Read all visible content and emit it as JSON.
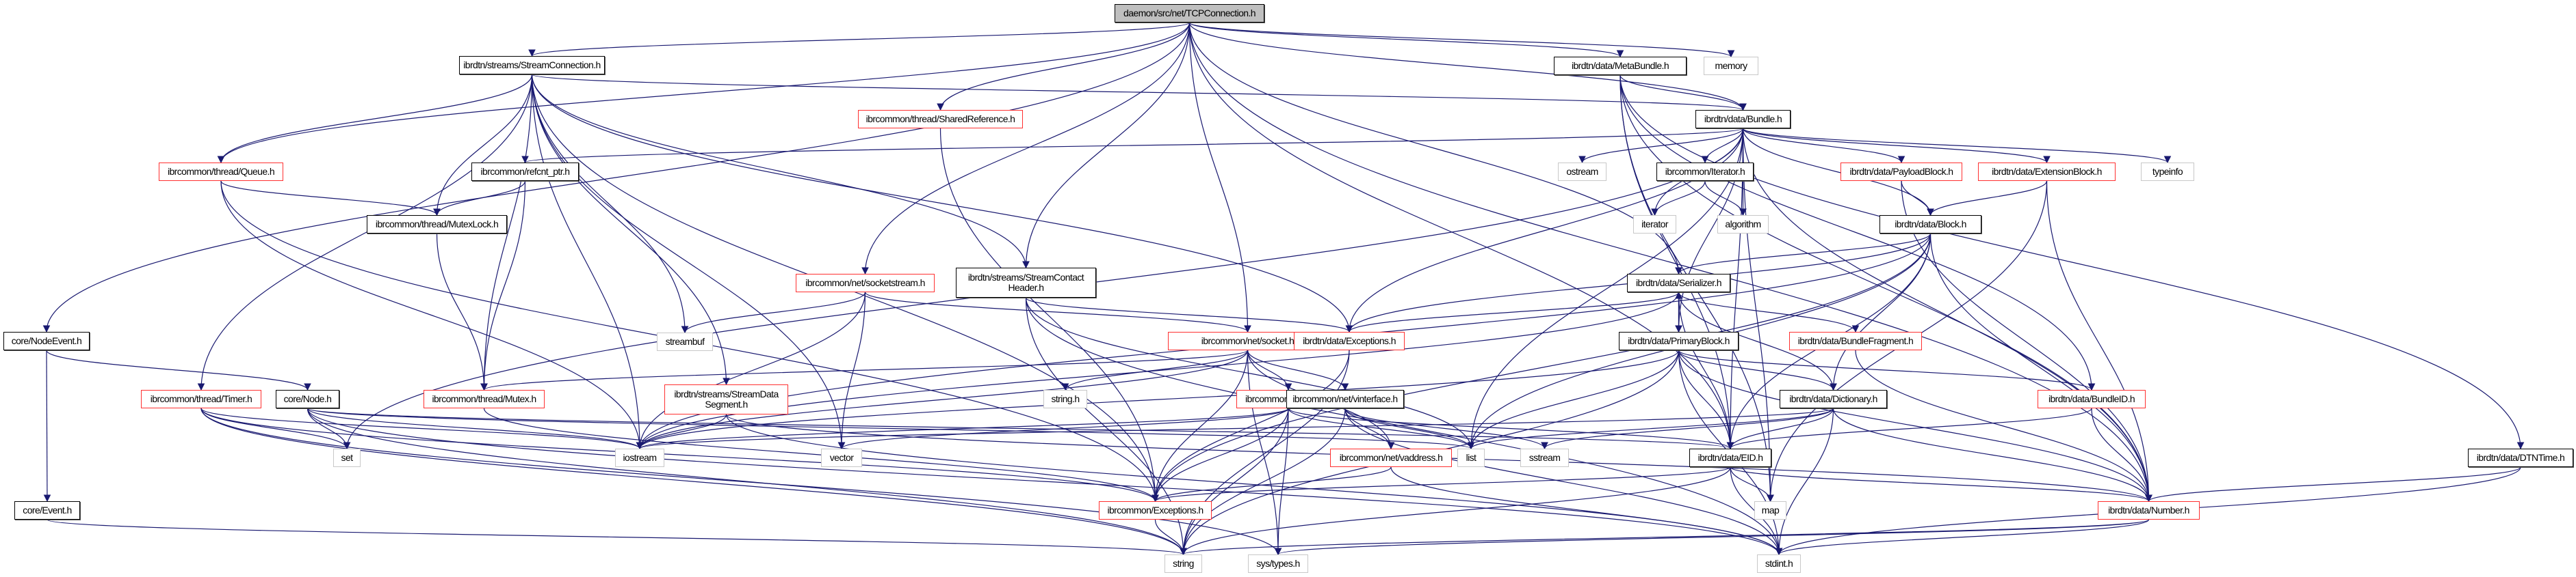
{
  "graph": {
    "title": "daemon/src/net/TCPConnection.h",
    "edge_color": "#191970",
    "legend_colors": {
      "root_fill": "#bfbfbf",
      "documented_border": "#000000",
      "truncated_border": "#ff3030",
      "system_border": "#c8c8c8"
    },
    "nodes": [
      {
        "id": "tcpconnection",
        "label": "daemon/src/net/TCPConnection.h",
        "kind": "root"
      },
      {
        "id": "streamconnection",
        "label": "ibrdtn/streams/StreamConnection.h",
        "kind": "doc"
      },
      {
        "id": "sharedreference",
        "label": "ibrcommon/thread/SharedReference.h",
        "kind": "trunc"
      },
      {
        "id": "metabundle",
        "label": "ibrdtn/data/MetaBundle.h",
        "kind": "doc"
      },
      {
        "id": "memory",
        "label": "memory",
        "kind": "sys"
      },
      {
        "id": "queue",
        "label": "ibrcommon/thread/Queue.h",
        "kind": "trunc"
      },
      {
        "id": "refcnt",
        "label": "ibrcommon/refcnt_ptr.h",
        "kind": "doc"
      },
      {
        "id": "bundle",
        "label": "ibrdtn/data/Bundle.h",
        "kind": "doc"
      },
      {
        "id": "ostream",
        "label": "ostream",
        "kind": "sys"
      },
      {
        "id": "iteratorh",
        "label": "ibrcommon/Iterator.h",
        "kind": "doc"
      },
      {
        "id": "payloadblock",
        "label": "ibrdtn/data/PayloadBlock.h",
        "kind": "trunc"
      },
      {
        "id": "extensionblock",
        "label": "ibrdtn/data/ExtensionBlock.h",
        "kind": "trunc"
      },
      {
        "id": "typeinfo",
        "label": "typeinfo",
        "kind": "sys"
      },
      {
        "id": "mutexlock",
        "label": "ibrcommon/thread/MutexLock.h",
        "kind": "doc"
      },
      {
        "id": "iterator",
        "label": "iterator",
        "kind": "sys"
      },
      {
        "id": "algorithm",
        "label": "algorithm",
        "kind": "sys"
      },
      {
        "id": "block",
        "label": "ibrdtn/data/Block.h",
        "kind": "doc"
      },
      {
        "id": "socketstream",
        "label": "ibrcommon/net/socketstream.h",
        "kind": "trunc"
      },
      {
        "id": "streamcontact",
        "label": "ibrdtn/streams/StreamContact\nHeader.h",
        "kind": "doc"
      },
      {
        "id": "serializer",
        "label": "ibrdtn/data/Serializer.h",
        "kind": "doc"
      },
      {
        "id": "nodeevent",
        "label": "core/NodeEvent.h",
        "kind": "doc"
      },
      {
        "id": "streambuf",
        "label": "streambuf",
        "kind": "sys"
      },
      {
        "id": "socket",
        "label": "ibrcommon/net/socket.h",
        "kind": "trunc"
      },
      {
        "id": "dataexceptions",
        "label": "ibrdtn/data/Exceptions.h",
        "kind": "trunc"
      },
      {
        "id": "primaryblock",
        "label": "ibrdtn/data/PrimaryBlock.h",
        "kind": "doc"
      },
      {
        "id": "bundlefragment",
        "label": "ibrdtn/data/BundleFragment.h",
        "kind": "trunc"
      },
      {
        "id": "timer",
        "label": "ibrcommon/thread/Timer.h",
        "kind": "trunc"
      },
      {
        "id": "node",
        "label": "core/Node.h",
        "kind": "doc"
      },
      {
        "id": "mutex",
        "label": "ibrcommon/thread/Mutex.h",
        "kind": "trunc"
      },
      {
        "id": "streamdatasegment",
        "label": "ibrdtn/streams/StreamData\nSegment.h",
        "kind": "trunc"
      },
      {
        "id": "stringh",
        "label": "string.h",
        "kind": "sys"
      },
      {
        "id": "file",
        "label": "ibrcommon/data/File.h",
        "kind": "trunc"
      },
      {
        "id": "vinterface",
        "label": "ibrcommon/net/vinterface.h",
        "kind": "doc"
      },
      {
        "id": "dictionary",
        "label": "ibrdtn/data/Dictionary.h",
        "kind": "doc"
      },
      {
        "id": "bundleid",
        "label": "ibrdtn/data/BundleID.h",
        "kind": "trunc"
      },
      {
        "id": "dtntime",
        "label": "ibrdtn/data/DTNTime.h",
        "kind": "doc"
      },
      {
        "id": "set",
        "label": "set",
        "kind": "sys"
      },
      {
        "id": "iostream",
        "label": "iostream",
        "kind": "sys"
      },
      {
        "id": "vector",
        "label": "vector",
        "kind": "sys"
      },
      {
        "id": "vaddress",
        "label": "ibrcommon/net/vaddress.h",
        "kind": "trunc"
      },
      {
        "id": "list",
        "label": "list",
        "kind": "sys"
      },
      {
        "id": "sstream",
        "label": "sstream",
        "kind": "sys"
      },
      {
        "id": "eid",
        "label": "ibrdtn/data/EID.h",
        "kind": "doc"
      },
      {
        "id": "event",
        "label": "core/Event.h",
        "kind": "doc"
      },
      {
        "id": "commonexceptions",
        "label": "ibrcommon/Exceptions.h",
        "kind": "trunc"
      },
      {
        "id": "map",
        "label": "map",
        "kind": "sys"
      },
      {
        "id": "number",
        "label": "ibrdtn/data/Number.h",
        "kind": "trunc"
      },
      {
        "id": "string",
        "label": "string",
        "kind": "sys"
      },
      {
        "id": "systypes",
        "label": "sys/types.h",
        "kind": "sys"
      },
      {
        "id": "stdint",
        "label": "stdint.h",
        "kind": "sys"
      }
    ],
    "edges": [
      [
        "tcpconnection",
        "streamconnection"
      ],
      [
        "tcpconnection",
        "sharedreference"
      ],
      [
        "tcpconnection",
        "metabundle"
      ],
      [
        "tcpconnection",
        "memory"
      ],
      [
        "tcpconnection",
        "queue"
      ],
      [
        "tcpconnection",
        "nodeevent"
      ],
      [
        "tcpconnection",
        "bundle"
      ],
      [
        "tcpconnection",
        "socket"
      ],
      [
        "tcpconnection",
        "socketstream"
      ],
      [
        "tcpconnection",
        "streamcontact"
      ],
      [
        "tcpconnection",
        "serializer"
      ],
      [
        "tcpconnection",
        "eid"
      ],
      [
        "tcpconnection",
        "number"
      ],
      [
        "streamconnection",
        "queue"
      ],
      [
        "streamconnection",
        "mutexlock"
      ],
      [
        "streamconnection",
        "mutex"
      ],
      [
        "streamconnection",
        "timer"
      ],
      [
        "streamconnection",
        "bundle"
      ],
      [
        "streamconnection",
        "streamcontact"
      ],
      [
        "streamconnection",
        "streamdatasegment"
      ],
      [
        "streamconnection",
        "streambuf"
      ],
      [
        "streamconnection",
        "iostream"
      ],
      [
        "streamconnection",
        "vector"
      ],
      [
        "streamconnection",
        "dataexceptions"
      ],
      [
        "streamconnection",
        "commonexceptions"
      ],
      [
        "sharedreference",
        "commonexceptions"
      ],
      [
        "metabundle",
        "bundle"
      ],
      [
        "metabundle",
        "bundleid"
      ],
      [
        "metabundle",
        "dtntime"
      ],
      [
        "metabundle",
        "eid"
      ],
      [
        "metabundle",
        "number"
      ],
      [
        "metabundle",
        "map"
      ],
      [
        "queue",
        "mutexlock"
      ],
      [
        "queue",
        "iostream"
      ],
      [
        "queue",
        "commonexceptions"
      ],
      [
        "refcnt",
        "mutexlock"
      ],
      [
        "refcnt",
        "mutex"
      ],
      [
        "bundle",
        "refcnt"
      ],
      [
        "bundle",
        "ostream"
      ],
      [
        "bundle",
        "iteratorh"
      ],
      [
        "bundle",
        "iterator"
      ],
      [
        "bundle",
        "algorithm"
      ],
      [
        "bundle",
        "payloadblock"
      ],
      [
        "bundle",
        "extensionblock"
      ],
      [
        "bundle",
        "typeinfo"
      ],
      [
        "bundle",
        "block"
      ],
      [
        "bundle",
        "primaryblock"
      ],
      [
        "bundle",
        "dataexceptions"
      ],
      [
        "bundle",
        "list"
      ],
      [
        "bundle",
        "set"
      ],
      [
        "bundle",
        "eid"
      ],
      [
        "bundle",
        "number"
      ],
      [
        "bundle",
        "map"
      ],
      [
        "iteratorh",
        "iterator"
      ],
      [
        "iteratorh",
        "algorithm"
      ],
      [
        "payloadblock",
        "block"
      ],
      [
        "payloadblock",
        "number"
      ],
      [
        "extensionblock",
        "block"
      ],
      [
        "extensionblock",
        "number"
      ],
      [
        "extensionblock",
        "map"
      ],
      [
        "mutexlock",
        "mutex"
      ],
      [
        "block",
        "serializer"
      ],
      [
        "block",
        "dataexceptions"
      ],
      [
        "block",
        "dictionary"
      ],
      [
        "block",
        "list"
      ],
      [
        "block",
        "eid"
      ],
      [
        "block",
        "number"
      ],
      [
        "block",
        "iostream"
      ],
      [
        "block",
        "commonexceptions"
      ],
      [
        "socketstream",
        "streambuf"
      ],
      [
        "socketstream",
        "socket"
      ],
      [
        "socketstream",
        "vector"
      ],
      [
        "socketstream",
        "iostream"
      ],
      [
        "streamcontact",
        "dataexceptions"
      ],
      [
        "streamcontact",
        "string"
      ],
      [
        "streamcontact",
        "stdint"
      ],
      [
        "streamcontact",
        "list"
      ],
      [
        "serializer",
        "primaryblock"
      ],
      [
        "serializer",
        "dataexceptions"
      ],
      [
        "serializer",
        "bundlefragment"
      ],
      [
        "serializer",
        "dictionary"
      ],
      [
        "serializer",
        "iostream"
      ],
      [
        "serializer",
        "eid"
      ],
      [
        "nodeevent",
        "node"
      ],
      [
        "nodeevent",
        "event"
      ],
      [
        "socket",
        "stringh"
      ],
      [
        "socket",
        "file"
      ],
      [
        "socket",
        "vinterface"
      ],
      [
        "socket",
        "vaddress"
      ],
      [
        "socket",
        "mutex"
      ],
      [
        "socket",
        "commonexceptions"
      ],
      [
        "socket",
        "systypes"
      ],
      [
        "socket",
        "iostream"
      ],
      [
        "dataexceptions",
        "commonexceptions"
      ],
      [
        "dataexceptions",
        "string"
      ],
      [
        "primaryblock",
        "serializer"
      ],
      [
        "primaryblock",
        "dictionary"
      ],
      [
        "primaryblock",
        "eid"
      ],
      [
        "primaryblock",
        "bundleid"
      ],
      [
        "primaryblock",
        "number"
      ],
      [
        "primaryblock",
        "list"
      ],
      [
        "primaryblock",
        "string"
      ],
      [
        "primaryblock",
        "stdint"
      ],
      [
        "primaryblock",
        "iostream"
      ],
      [
        "bundlefragment",
        "number"
      ],
      [
        "timer",
        "set"
      ],
      [
        "timer",
        "iostream"
      ],
      [
        "timer",
        "commonexceptions"
      ],
      [
        "timer",
        "string"
      ],
      [
        "timer",
        "systypes"
      ],
      [
        "node",
        "set"
      ],
      [
        "node",
        "iostream"
      ],
      [
        "node",
        "list"
      ],
      [
        "node",
        "eid"
      ],
      [
        "node",
        "string"
      ],
      [
        "node",
        "stdint"
      ],
      [
        "mutex",
        "commonexceptions"
      ],
      [
        "streamdatasegment",
        "iostream"
      ],
      [
        "streamdatasegment",
        "stdint"
      ],
      [
        "streamdatasegment",
        "number"
      ],
      [
        "file",
        "iostream"
      ],
      [
        "file",
        "vector"
      ],
      [
        "file",
        "list"
      ],
      [
        "file",
        "commonexceptions"
      ],
      [
        "file",
        "string"
      ],
      [
        "file",
        "systypes"
      ],
      [
        "file",
        "eid"
      ],
      [
        "vinterface",
        "vaddress"
      ],
      [
        "vinterface",
        "list"
      ],
      [
        "vinterface",
        "string"
      ],
      [
        "vinterface",
        "stdint"
      ],
      [
        "vinterface",
        "sstream"
      ],
      [
        "dictionary",
        "list"
      ],
      [
        "dictionary",
        "sstream"
      ],
      [
        "dictionary",
        "eid"
      ],
      [
        "dictionary",
        "number"
      ],
      [
        "dictionary",
        "stdint"
      ],
      [
        "dictionary",
        "iostream"
      ],
      [
        "bundleid",
        "eid"
      ],
      [
        "bundleid",
        "number"
      ],
      [
        "dtntime",
        "number"
      ],
      [
        "dtntime",
        "stdint"
      ],
      [
        "vaddress",
        "commonexceptions"
      ],
      [
        "vaddress",
        "stdint"
      ],
      [
        "eid",
        "map"
      ],
      [
        "eid",
        "commonexceptions"
      ],
      [
        "eid",
        "number"
      ],
      [
        "eid",
        "string"
      ],
      [
        "eid",
        "stdint"
      ],
      [
        "event",
        "string"
      ],
      [
        "commonexceptions",
        "string"
      ],
      [
        "number",
        "stdint"
      ],
      [
        "number",
        "systypes"
      ],
      [
        "number",
        "string"
      ]
    ]
  }
}
